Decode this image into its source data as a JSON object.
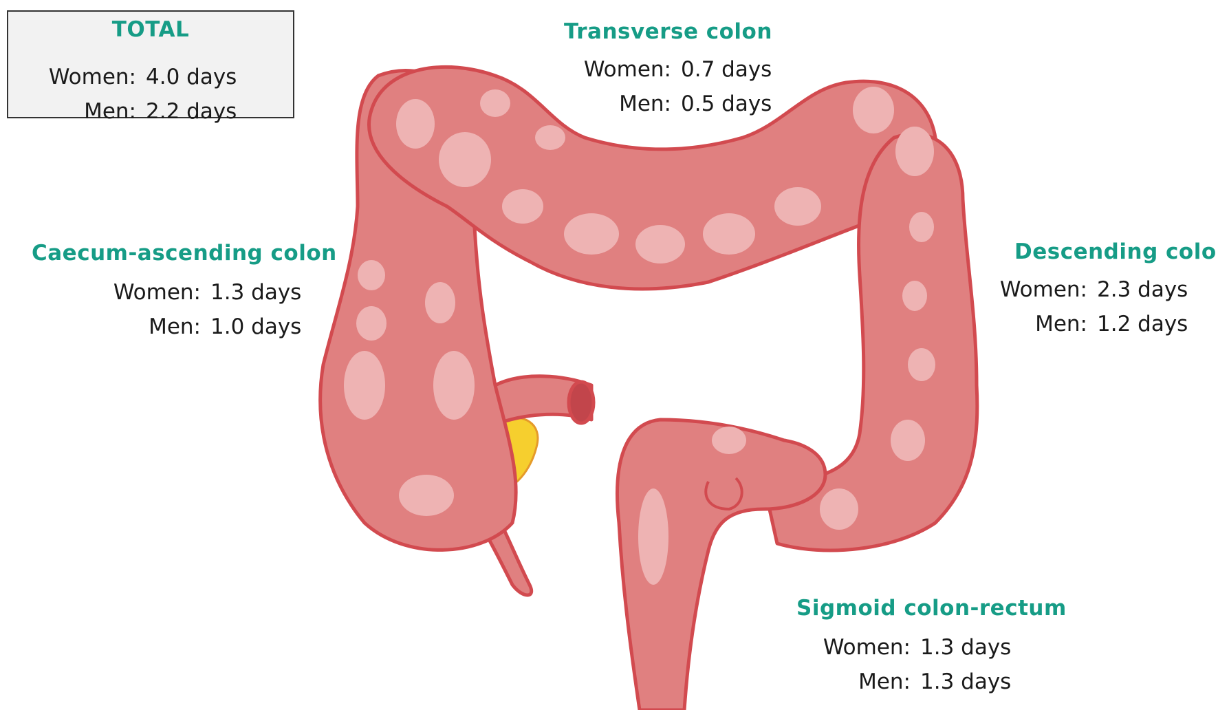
{
  "total": {
    "title": "TOTAL",
    "women_label": "Women:",
    "women_value": "4.0 days",
    "men_label": "Men:",
    "men_value": "2.2 days"
  },
  "transverse": {
    "title": "Transverse colon",
    "women_label": "Women:",
    "women_value": "0.7 days",
    "men_label": "Men:",
    "men_value": "0.5 days"
  },
  "caecum": {
    "title": "Caecum-ascending colon",
    "women_label": "Women:",
    "women_value": "1.3 days",
    "men_label": "Men:",
    "men_value": "1.0 days"
  },
  "descending": {
    "title": "Descending colon",
    "women_label": "Women:",
    "women_value": "2.3 days",
    "men_label": "Men:",
    "men_value": "1.2 days"
  },
  "sigmoid": {
    "title": "Sigmoid colon-rectum",
    "women_label": "Women:",
    "women_value": "1.3 days",
    "men_label": "Men:",
    "men_value": "1.3 days"
  },
  "colors": {
    "accent": "#169c86",
    "colon_fill": "#e08080",
    "colon_outline": "#d24a4f",
    "haustra_highlight": "#eeb3b3",
    "fat": "#f6cf2e"
  }
}
